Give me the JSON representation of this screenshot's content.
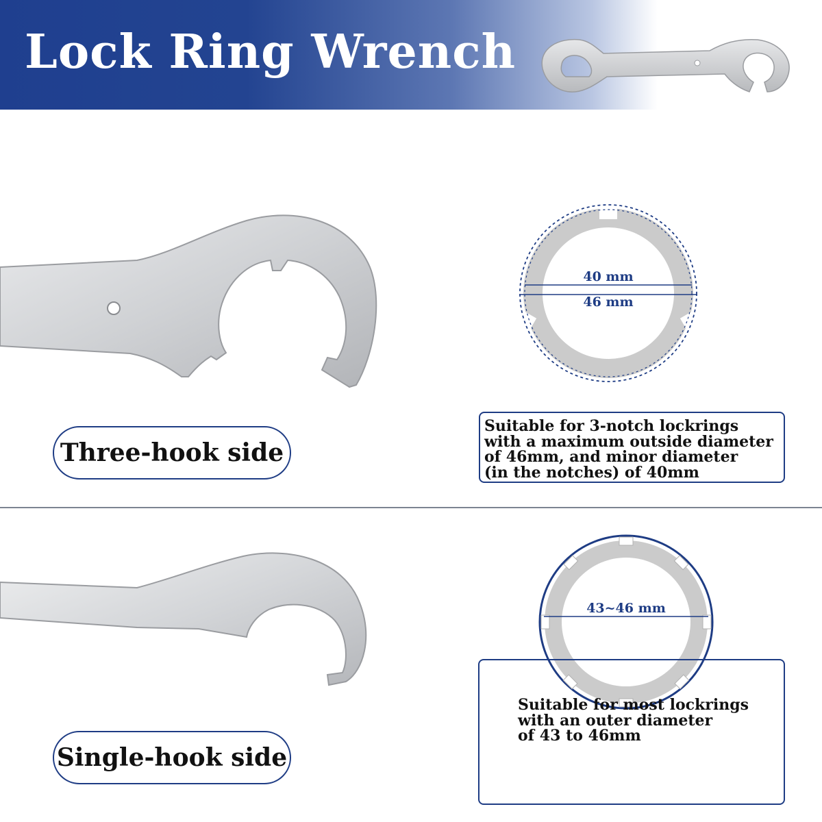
{
  "header": {
    "title": "Lock Ring Wrench"
  },
  "three_hook": {
    "label": "Three-hook side",
    "inner_dimension": "40 mm",
    "outer_dimension": "46 mm",
    "description": [
      "Suitable for 3-notch lockrings",
      "with a maximum outside diameter",
      "of 46mm, and minor diameter",
      "(in the notches) of 40mm"
    ]
  },
  "single_hook": {
    "label": "Single-hook side",
    "dimension": "43~46 mm",
    "description": [
      "Suitable for most lockrings",
      "with an outer diameter",
      "of 43 to 46mm"
    ]
  },
  "colors": {
    "accent": "#1e3c84",
    "banner_start": "#1f3f8f",
    "metal": "#cfd1d4"
  },
  "icons": [
    "wrench-thumbnail-icon",
    "three-hook-wrench-icon",
    "single-hook-wrench-icon",
    "three-notch-lockring-icon",
    "multi-notch-lockring-icon"
  ]
}
